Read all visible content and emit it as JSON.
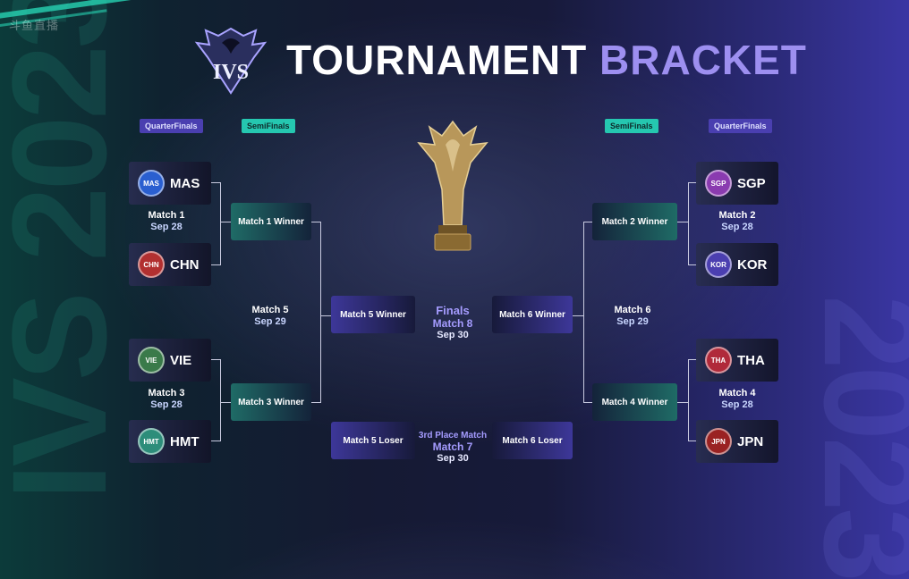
{
  "watermark": "斗鱼直播",
  "header": {
    "title_a": "TOURNAMENT",
    "title_b": "BRACKET",
    "logo_text": "IVS"
  },
  "background_text": {
    "left": "IVS 2023",
    "right": "2023"
  },
  "stage_tags": {
    "quarterfinals": "QuarterFinals",
    "semifinals": "SemiFinals"
  },
  "teams": {
    "mas": {
      "name": "MAS",
      "badge": "MAS",
      "color": "#2a5fd0"
    },
    "chn": {
      "name": "CHN",
      "badge": "CHN",
      "color": "#b23030"
    },
    "vie": {
      "name": "VIE",
      "badge": "VIE",
      "color": "#3a7a4a"
    },
    "hmt": {
      "name": "HMT",
      "badge": "HMT",
      "color": "#2d8d7a"
    },
    "sgp": {
      "name": "SGP",
      "badge": "SGP",
      "color": "#8a3bb0"
    },
    "kor": {
      "name": "KOR",
      "badge": "KOR",
      "color": "#4b3fb0"
    },
    "tha": {
      "name": "THA",
      "badge": "THA",
      "color": "#b02a3a"
    },
    "jpn": {
      "name": "JPN",
      "badge": "JPN",
      "color": "#9a2222"
    }
  },
  "matches": {
    "m1": {
      "label": "Match 1",
      "date": "Sep 28"
    },
    "m2": {
      "label": "Match 2",
      "date": "Sep 28"
    },
    "m3": {
      "label": "Match 3",
      "date": "Sep 28"
    },
    "m4": {
      "label": "Match 4",
      "date": "Sep 28"
    },
    "m5": {
      "label": "Match 5",
      "date": "Sep 29"
    },
    "m6": {
      "label": "Match 6",
      "date": "Sep 29"
    },
    "final": {
      "stage": "Finals",
      "label": "Match 8",
      "date": "Sep 30"
    },
    "third": {
      "stage": "3rd Place Match",
      "label": "Match 7",
      "date": "Sep 30"
    }
  },
  "slots": {
    "m1_winner": "Match 1 Winner",
    "m2_winner": "Match 2 Winner",
    "m3_winner": "Match 3 Winner",
    "m4_winner": "Match 4 Winner",
    "m5_winner": "Match 5 Winner",
    "m6_winner": "Match 6 Winner",
    "m5_loser": "Match 5 Loser",
    "m6_loser": "Match 6 Loser"
  }
}
